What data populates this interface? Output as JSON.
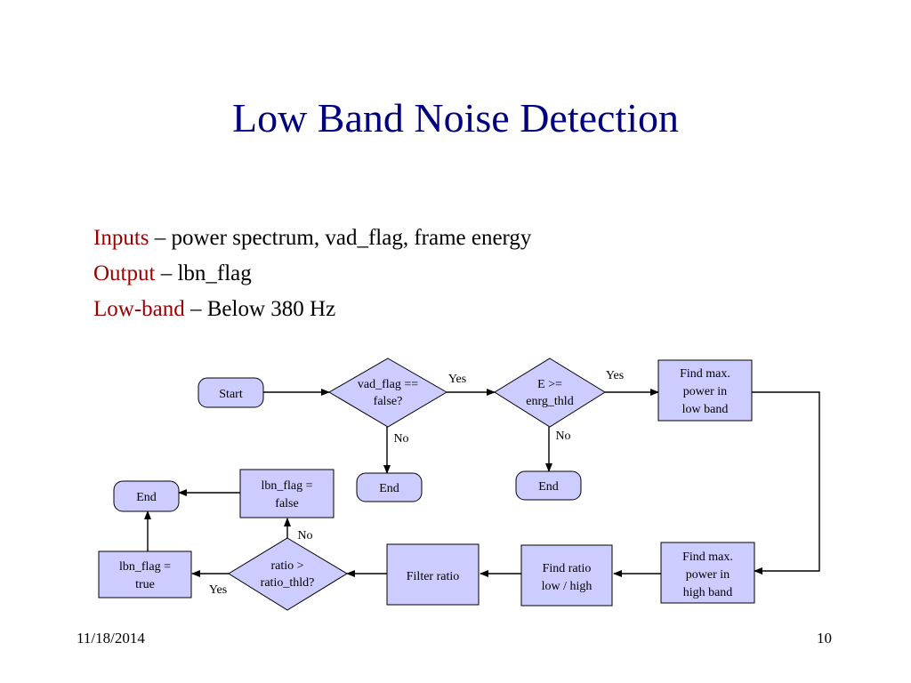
{
  "slide": {
    "title": "Low Band Noise Detection",
    "bullets": [
      {
        "keyword": "Inputs",
        "text": " – power spectrum, vad_flag, frame energy"
      },
      {
        "keyword": "Output",
        "text": " – lbn_flag"
      },
      {
        "keyword": "Low-band",
        "text": " – Below 380 Hz"
      }
    ],
    "date": "11/18/2014",
    "page": "10",
    "colors": {
      "title": "#000080",
      "keyword": "#9a0000",
      "node_fill": "#ccccff"
    }
  },
  "flowchart": {
    "start": "Start",
    "vad_check": [
      "vad_flag ==",
      "false?"
    ],
    "energy_check": [
      "E >=",
      "enrg_thld"
    ],
    "find_low": [
      "Find max.",
      "power in",
      "low band"
    ],
    "find_high": [
      "Find max.",
      "power in",
      "high band"
    ],
    "find_ratio": [
      "Find ratio",
      "low / high"
    ],
    "filter_ratio": "Filter ratio",
    "ratio_check": [
      "ratio >",
      "ratio_thld?"
    ],
    "flag_true": [
      "lbn_flag =",
      "true"
    ],
    "flag_false": [
      "lbn_flag =",
      "false"
    ],
    "end1": "End",
    "end2": "End",
    "end_main": "End",
    "yes_vad": "Yes",
    "no_vad": "No",
    "yes_energy": "Yes",
    "no_energy": "No",
    "yes_ratio": "Yes",
    "no_ratio": "No"
  }
}
